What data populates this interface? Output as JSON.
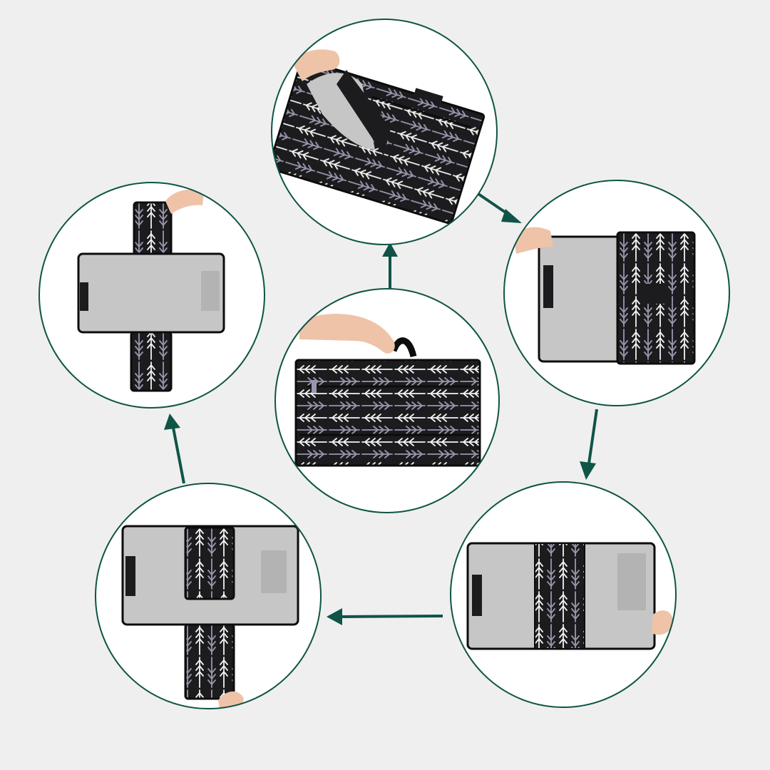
{
  "colors": {
    "background": "#efefef",
    "ring": "#0f5446",
    "arrow": "#0f5446",
    "circle_fill": "#ffffff",
    "fabric_dark": "#1c1c1e",
    "fabric_edge": "#0c0c0c",
    "liner": "#c6c6c6",
    "liner_shade": "#b3b3b3",
    "chevron_light": "#f2f2f2",
    "chevron_mid": "#9a96ad",
    "skin": "#eec3a8"
  },
  "steps": [
    {
      "id": "center",
      "state": "folded-bag-carried-by-strap",
      "icon": "folded-changing-pad-icon"
    },
    {
      "id": "top",
      "state": "flap-lifted-open",
      "icon": "flap-opening-icon"
    },
    {
      "id": "upper-right",
      "state": "side-panel-folded-over",
      "icon": "half-unfolded-icon"
    },
    {
      "id": "lower-right",
      "state": "center-panel-exposed",
      "icon": "center-panel-icon"
    },
    {
      "id": "lower-left",
      "state": "bottom-flap-extended",
      "icon": "bottom-flap-icon"
    },
    {
      "id": "upper-left",
      "state": "fully-unfolded-cross",
      "icon": "fully-open-mat-icon"
    }
  ],
  "flow": [
    "center",
    "top",
    "upper-right",
    "lower-right",
    "lower-left",
    "upper-left"
  ]
}
